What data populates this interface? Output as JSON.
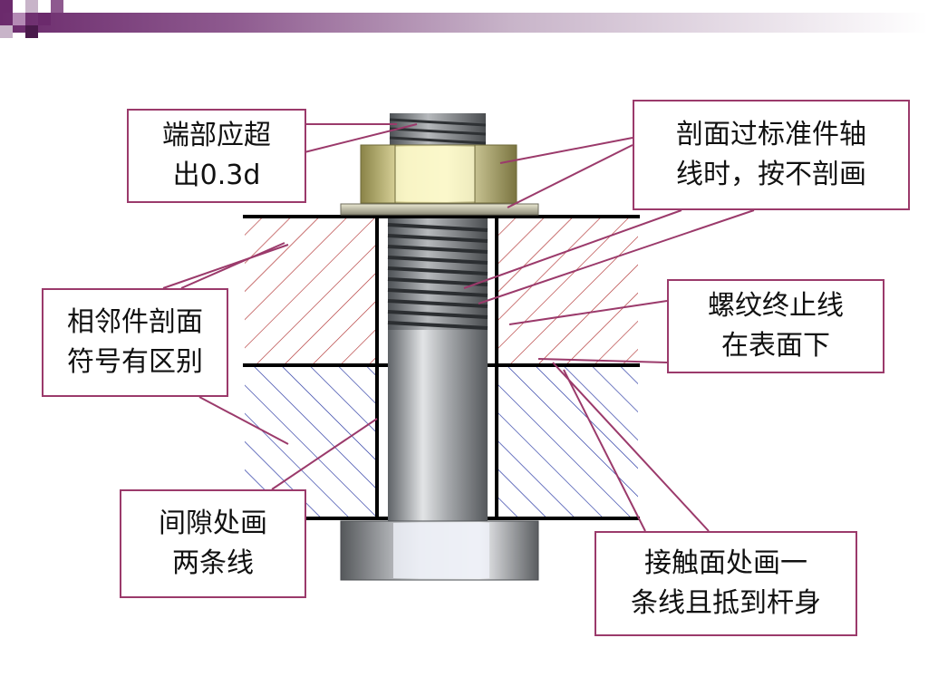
{
  "callouts": {
    "end_exceed": {
      "line1": "端部应超",
      "line2": "出0.3d"
    },
    "section_axis": {
      "line1": "剖面过标准件轴",
      "line2": "线时，按不剖画"
    },
    "adjacent_parts": {
      "line1": "相邻件剖面",
      "line2": "符号有区别"
    },
    "thread_end": {
      "line1": "螺纹终止线",
      "line2": "在表面下"
    },
    "gap_two_lines": {
      "line1": "间隙处画",
      "line2": "两条线"
    },
    "contact_one_line": {
      "line1": "接触面处画一",
      "line2": "条线且抵到杆身"
    }
  },
  "colors": {
    "leader": "#9b3a6b",
    "header_accent": "#6b2a6c",
    "upper_hatch": "#b03030",
    "lower_hatch": "#2030a0",
    "nut": "#c8c080",
    "bolt": "#8a8d90"
  }
}
